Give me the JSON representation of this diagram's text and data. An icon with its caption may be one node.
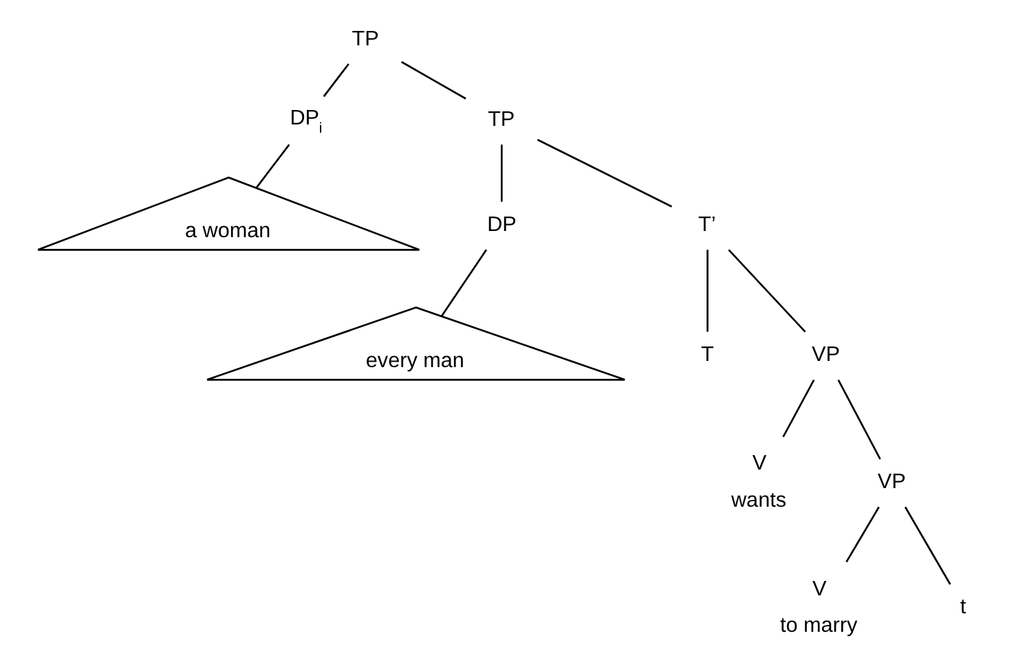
{
  "diagram": {
    "nodes": [
      {
        "text": [
          "TP"
        ]
      },
      {
        "text": [
          "DP$_{i}$"
        ]
      },
      {
        "text": [
          "TP"
        ]
      },
      {
        "text": [
          "a woman"
        ]
      },
      {
        "text": [
          "DP"
        ]
      },
      {
        "text": [
          "T’"
        ]
      },
      {
        "text": [
          "every man"
        ]
      },
      {
        "text": [
          "T"
        ]
      },
      {
        "text": [
          "VP"
        ]
      },
      {
        "text": [
          "V"
        ],
        "beside": [
          "wants"
        ]
      },
      {
        "text": [
          "VP"
        ]
      },
      {
        "text": [
          "V"
        ],
        "beside": [
          "to marry"
        ]
      },
      {
        "text": [
          "t"
        ]
      }
    ],
    "edges": [
      {
        "from": 0,
        "to": 1,
        "arrow": "none"
      },
      {
        "from": 0,
        "to": 2,
        "arrow": "none"
      },
      {
        "from": 1,
        "to": 3,
        "arrow": "none"
      },
      {
        "from": 2,
        "to": 4,
        "arrow": "none"
      },
      {
        "from": 2,
        "to": 5,
        "arrow": "none"
      },
      {
        "from": 4,
        "to": 6,
        "arrow": "none"
      },
      {
        "from": 5,
        "to": 7,
        "arrow": "none"
      },
      {
        "from": 5,
        "to": 8,
        "arrow": "none"
      },
      {
        "from": 8,
        "to": 9,
        "arrow": "none"
      },
      {
        "from": 8,
        "to": 10,
        "arrow": "none"
      },
      {
        "from": 10,
        "to": 11,
        "arrow": "none"
      },
      {
        "from": 10,
        "to": 12,
        "arrow": "none"
      }
    ]
  }
}
